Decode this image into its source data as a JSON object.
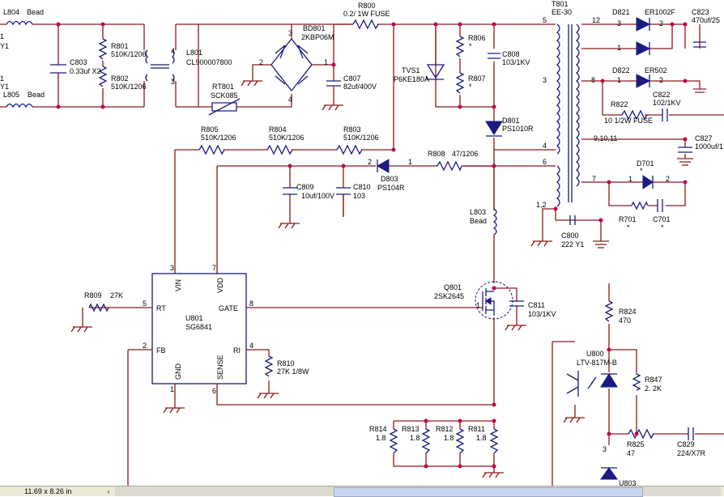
{
  "status": {
    "size": "11.69 x 8.26 in",
    "scroll_left": "‹"
  },
  "labels": {
    "L804": "L804",
    "bead": "Bead",
    "in1": "1",
    "in1b": "Y1",
    "in2": "1",
    "in2b": "Y1",
    "L805": "L805",
    "bead2": "Bead",
    "C803": "C803",
    "C803v": "0.33uf X2",
    "R801": "R801",
    "R801v": "510K/1206",
    "R802": "R802",
    "R802v": "510K/1206",
    "L801": "L801",
    "L801v": "CL900007800",
    "RT801": "RT801",
    "RT801v": "SCK085",
    "R800": "R800",
    "R800v": "0.2/ 1W FUSE",
    "BD801": "BD801",
    "BD801v": "2KBP06M",
    "C807": "C807",
    "C807v": "82uf/400V",
    "TVS1": "TVS1",
    "TVS1v": "P6KE180A",
    "R806": "R806",
    "R807": "R807",
    "star": "*",
    "C808": "C808",
    "C808v": "103/1KV",
    "D801": "D801",
    "D801v": "PS1010R",
    "T801": "T801",
    "T801v": "EE-30",
    "D821": "D821",
    "ER1002F": "ER1002F",
    "C823": "C823",
    "C823v": "470uf/25",
    "D822": "D822",
    "ER502": "ER502",
    "R822": "R822",
    "R822v": "10 1/2W FUSE",
    "C822": "C822",
    "C822v": "102/1KV",
    "C827": "C827",
    "C827v": "1000uf/1",
    "pin91011": "9,10,11",
    "D701": "D701",
    "R701": "R701",
    "C701": "C701",
    "R805": "R805",
    "R805v": "510K/1206",
    "R804": "R804",
    "R804v": "510K/1206",
    "R803": "R803",
    "R803v": "510K/1206",
    "R808": "R808",
    "R808v": "47/1206",
    "C809": "C809",
    "C809v": "10uf/100V",
    "C810": "C810",
    "C810v": "103",
    "D803": "D803",
    "D803v": "PS104R",
    "L803": "L803",
    "L803v": "Bead",
    "C800": "C800",
    "C800v": "222 Y1",
    "R809": "R809",
    "R809v": "27K",
    "U801": "U801",
    "U801v": "SG6841",
    "VIN": "VIN",
    "VDD": "VDD",
    "RT": "RT",
    "GATE": "GATE",
    "FB": "FB",
    "RI": "RI",
    "GND": "GND",
    "SENSE": "SENSE",
    "Q801": "Q801",
    "Q801v": "2SK2645",
    "C811": "C811",
    "C811v": "103/1KV",
    "R810": "R810",
    "R810v": "27K 1/8W",
    "R824": "R824",
    "R824v": "470",
    "U800": "U800",
    "U800v": "LTV-817M-B",
    "R847": "R847",
    "R847v": "2. 2K",
    "R825": "R825",
    "R825v": "47",
    "C829": "C829",
    "C829v": "224/X7R",
    "R814": "R814",
    "R813": "R813",
    "R812": "R812",
    "R811": "R811",
    "v18": "1.8",
    "U803": "U803"
  }
}
